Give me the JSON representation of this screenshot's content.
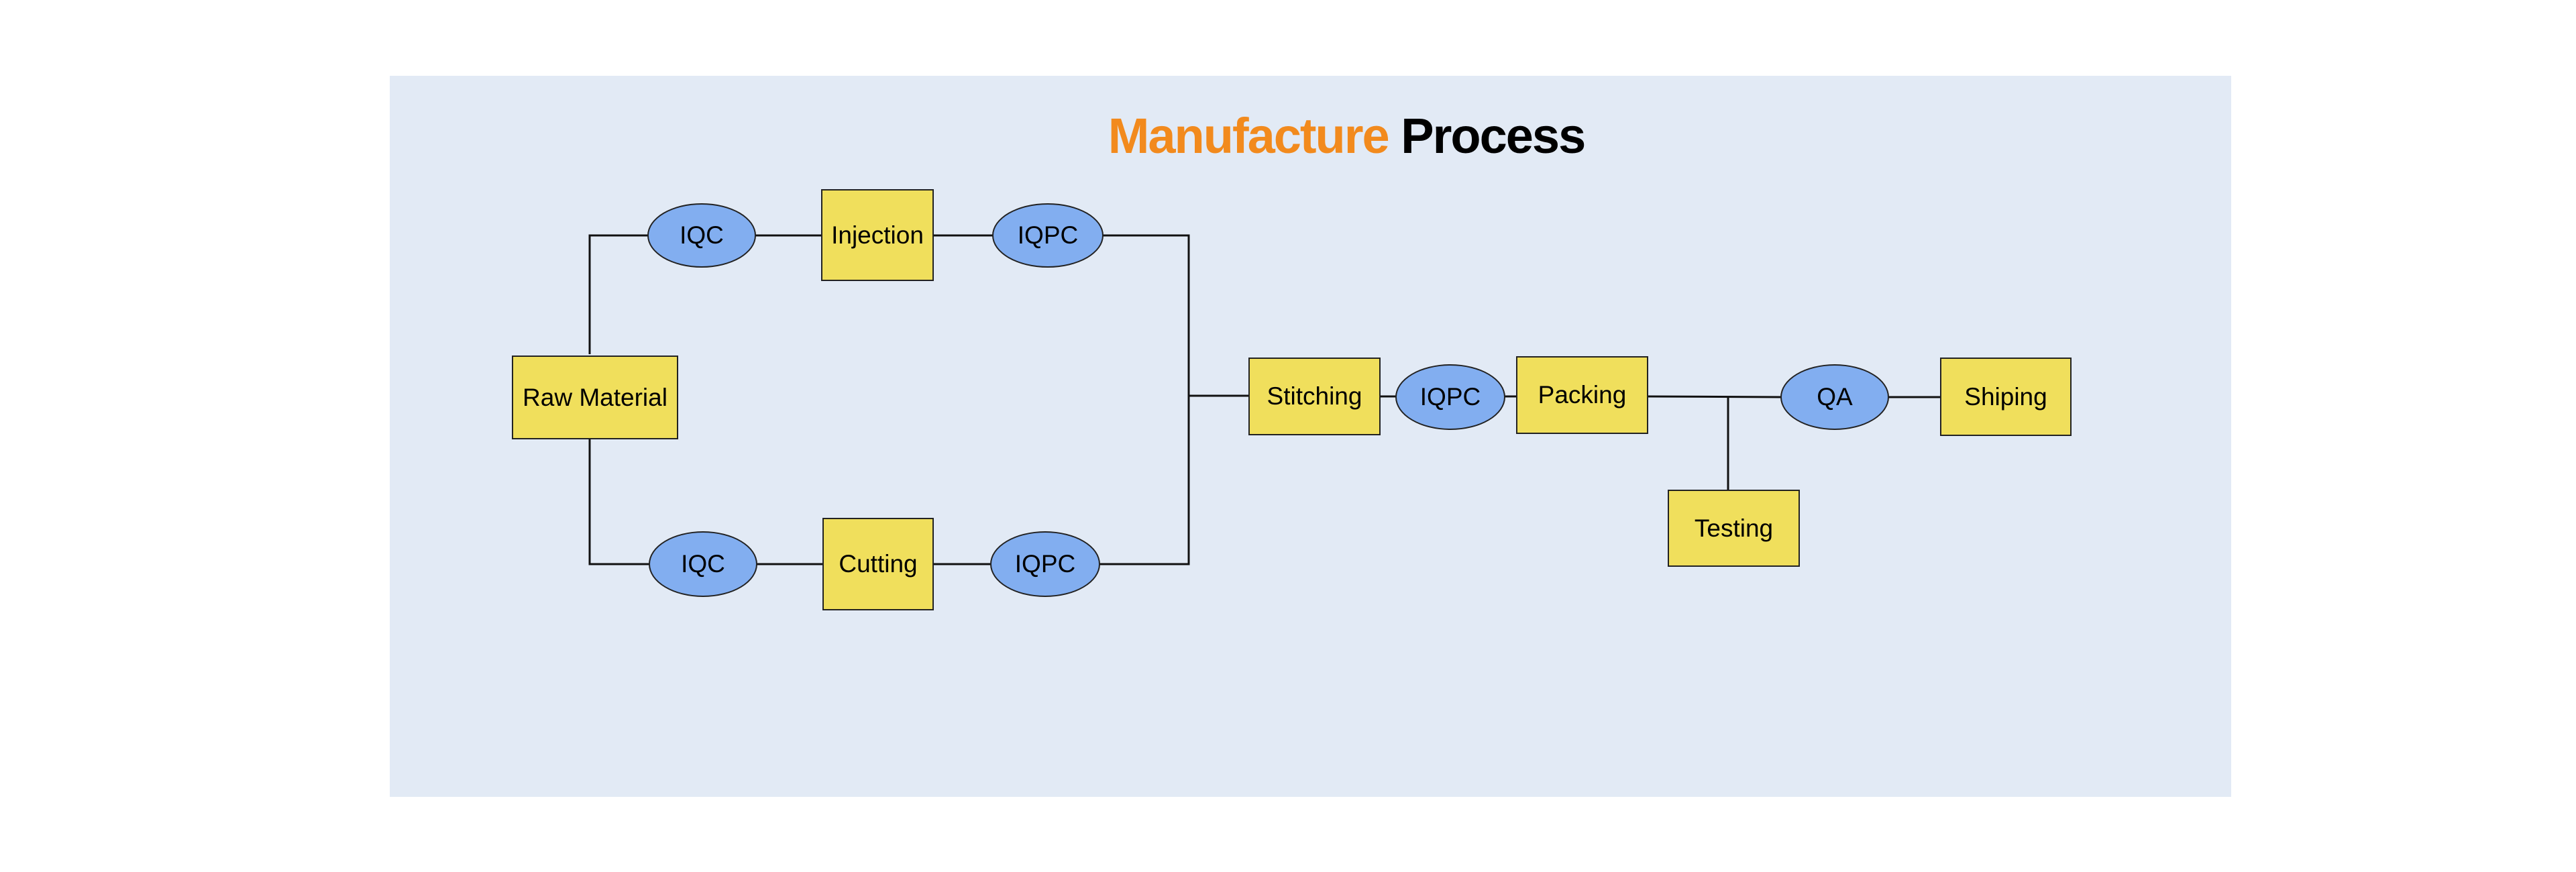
{
  "title": {
    "word1": "Manufacture",
    "word2": "Process"
  },
  "colors": {
    "panel": "#e2eaf5",
    "box_fill": "#f0df5c",
    "oval_fill": "#82aef0",
    "title_accent": "#f28a1d"
  },
  "nodes": {
    "raw_material": "Raw Material",
    "iqc_top": "IQC",
    "injection": "Injection",
    "iqpc_top": "IQPC",
    "iqc_bottom": "IQC",
    "cutting": "Cutting",
    "iqpc_bottom": "IQPC",
    "stitching": "Stitching",
    "iqpc_mid": "IQPC",
    "packing": "Packing",
    "qa": "QA",
    "shiping": "Shiping",
    "testing": "Testing"
  }
}
